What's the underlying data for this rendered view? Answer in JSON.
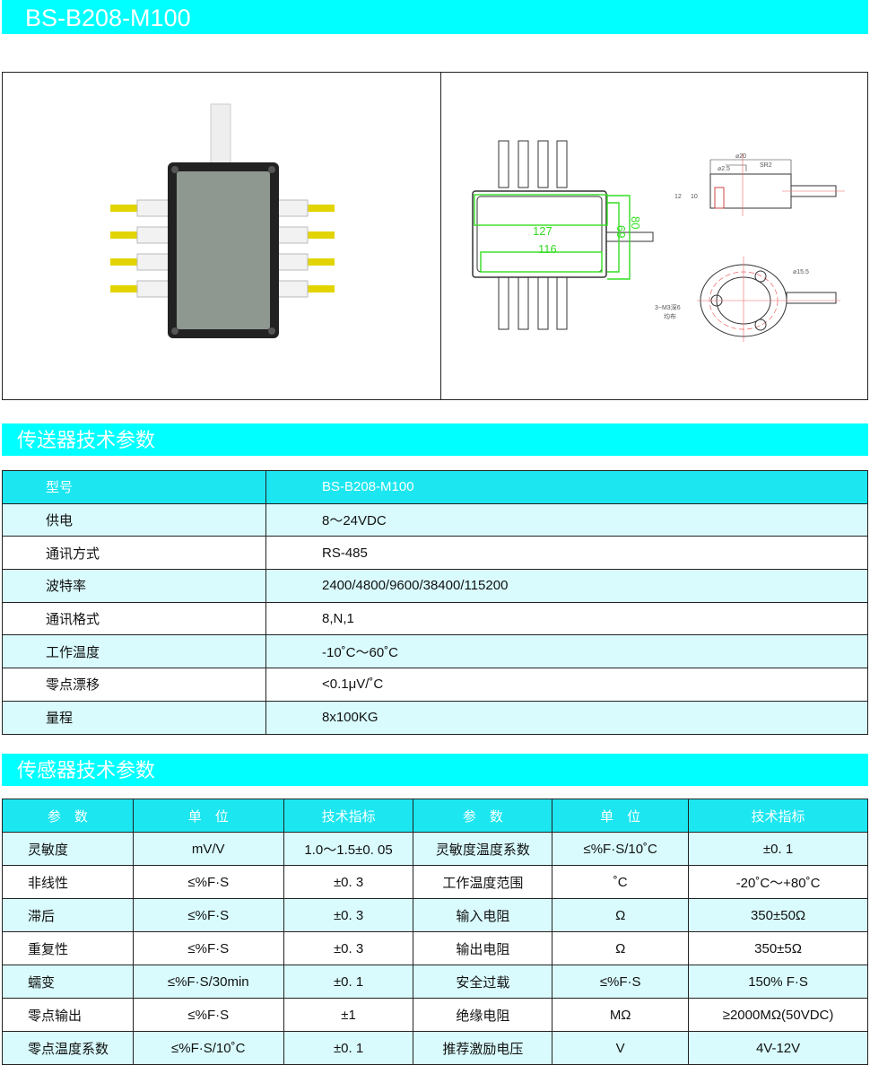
{
  "title": "BS-B208-M100",
  "drawing": {
    "dim_127": "127",
    "dim_116": "116",
    "dim_69": "69",
    "dim_80": "80",
    "d20": "⌀20",
    "d25": "⌀2.5",
    "sr2": "SR2",
    "d155": "⌀15.5",
    "h12": "12",
    "h10": "10",
    "m3": "3−M3深6",
    "m3b": "均布"
  },
  "transmitter": {
    "heading": "传送器技术参数",
    "rows": [
      [
        "型号",
        "BS-B208-M100"
      ],
      [
        "供电",
        "8～24VDC"
      ],
      [
        "通讯方式",
        "RS-485"
      ],
      [
        "波特率",
        "2400/4800/9600/38400/115200"
      ],
      [
        "通讯格式",
        "8,N,1"
      ],
      [
        "工作温度",
        "-10˚C～60˚C"
      ],
      [
        "零点漂移",
        "<0.1μV/˚C"
      ],
      [
        "量程",
        "8x100KG"
      ]
    ]
  },
  "sensor": {
    "heading": "传感器技术参数",
    "header": [
      "参　数",
      "单　位",
      "技术指标",
      "参　数",
      "单　位",
      "技术指标"
    ],
    "rows": [
      [
        "灵敏度",
        "mV/V",
        "1.0～1.5±0. 05",
        "灵敏度温度系数",
        "≤%F·S/10˚C",
        "±0. 1"
      ],
      [
        "非线性",
        "≤%F·S",
        "±0. 3",
        "工作温度范围",
        "˚C",
        "-20˚C～+80˚C"
      ],
      [
        "滞后",
        "≤%F·S",
        "±0. 3",
        "输入电阻",
        "Ω",
        "350±50Ω"
      ],
      [
        "重复性",
        "≤%F·S",
        "±0. 3",
        "输出电阻",
        "Ω",
        "350±5Ω"
      ],
      [
        "蠕变",
        "≤%F·S/30min",
        "±0. 1",
        "安全过载",
        "≤%F·S",
        "150%  F·S"
      ],
      [
        "零点输出",
        "≤%F·S",
        "±1",
        "绝缘电阻",
        "MΩ",
        "≥2000MΩ(50VDC)"
      ],
      [
        "零点温度系数",
        "≤%F·S/10˚C",
        "±0. 1",
        "推荐激励电压",
        "V",
        "4V-12V"
      ]
    ]
  }
}
